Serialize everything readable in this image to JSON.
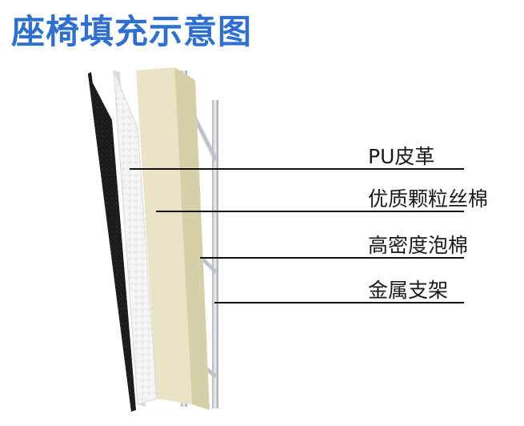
{
  "title": "座椅填充示意图",
  "colors": {
    "title": "#2f6fd0",
    "leather": "#1b1b1b",
    "fiber": "#f2f2f2",
    "foam_face": "#e9e4c6",
    "foam_side": "#d6d0a8",
    "metal": "#c9cdd2",
    "leader": "#111111"
  },
  "layers": [
    {
      "label": "PU皮革",
      "icon": "leather-layer"
    },
    {
      "label": "优质颗粒丝棉",
      "icon": "fiber-layer"
    },
    {
      "label": "高密度泡棉",
      "icon": "foam-layer"
    },
    {
      "label": "金属支架",
      "icon": "metal-frame"
    }
  ]
}
